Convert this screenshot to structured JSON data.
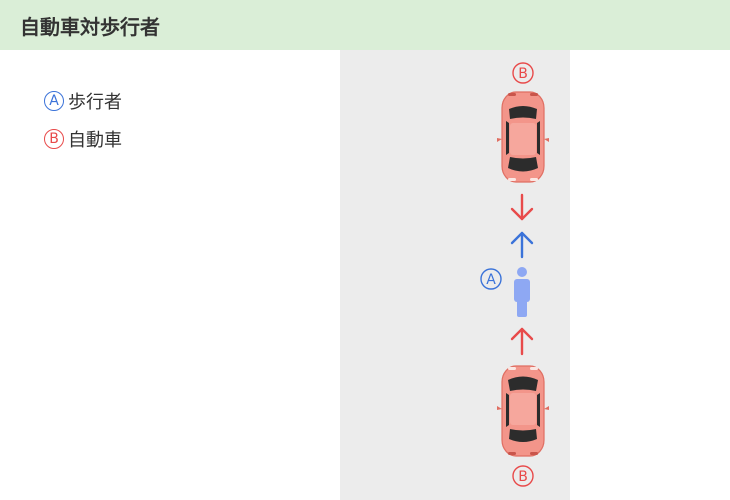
{
  "header": {
    "title": "自動車対歩行者"
  },
  "legend": {
    "items": [
      {
        "badge": "A",
        "label": "歩行者",
        "color": "#3b73d9"
      },
      {
        "badge": "B",
        "label": "自動車",
        "color": "#e84a4a"
      }
    ]
  },
  "diagram": {
    "car_top_badge": "B",
    "car_bottom_badge": "B",
    "pedestrian_badge": "A"
  },
  "colors": {
    "car_body": "#f3958a",
    "car_body_dark": "#e06e62",
    "car_glass": "#2c2c2c",
    "pedestrian": "#8ea8f3",
    "arrow_red": "#e84a4a",
    "arrow_blue": "#3b73d9"
  },
  "icons": [
    "car-icon",
    "pedestrian-icon",
    "arrow-down-icon",
    "arrow-up-icon"
  ]
}
